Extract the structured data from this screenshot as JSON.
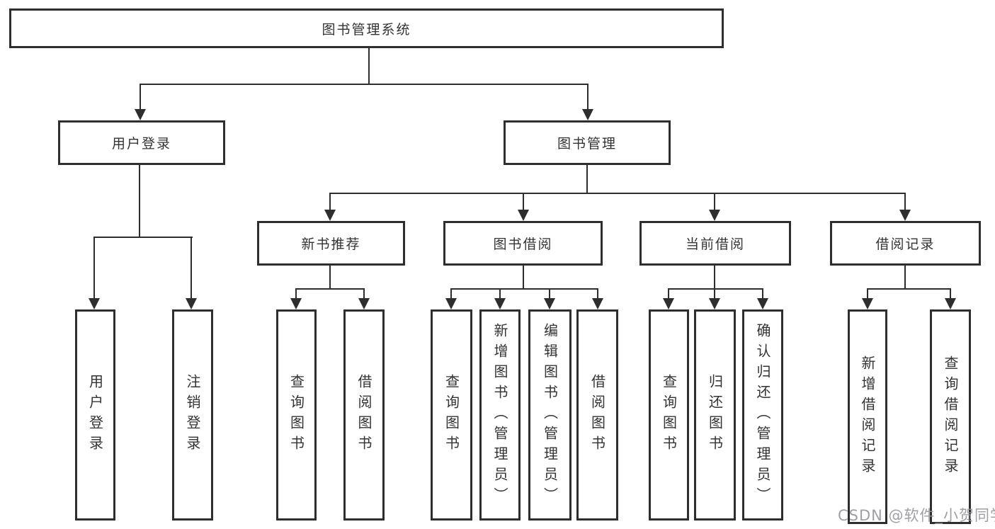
{
  "diagram_title": "图书管理系统",
  "tree": {
    "label": "图书管理系统",
    "children": [
      {
        "label": "用户登录",
        "children": [
          {
            "label": "用户登录"
          },
          {
            "label": "注销登录"
          }
        ]
      },
      {
        "label": "图书管理",
        "children": [
          {
            "label": "新书推荐",
            "children": [
              {
                "label": "查询图书"
              },
              {
                "label": "借阅图书"
              }
            ]
          },
          {
            "label": "图书借阅",
            "children": [
              {
                "label": "查询图书"
              },
              {
                "label": "新增图书（管理员）"
              },
              {
                "label": "编辑图书（管理员）"
              },
              {
                "label": "借阅图书"
              }
            ]
          },
          {
            "label": "当前借阅",
            "children": [
              {
                "label": "查询图书"
              },
              {
                "label": "归还图书"
              },
              {
                "label": "确认归还（管理员）"
              }
            ]
          },
          {
            "label": "借阅记录",
            "children": [
              {
                "label": "新增借阅记录"
              },
              {
                "label": "查询借阅记录"
              }
            ]
          }
        ]
      }
    ]
  },
  "watermark": {
    "text": "CSDN @软件_小贺同学",
    "color": "#98979c"
  },
  "colors": {
    "line": "#2e2e2e",
    "text": "#333333",
    "background": "#ffffff"
  }
}
